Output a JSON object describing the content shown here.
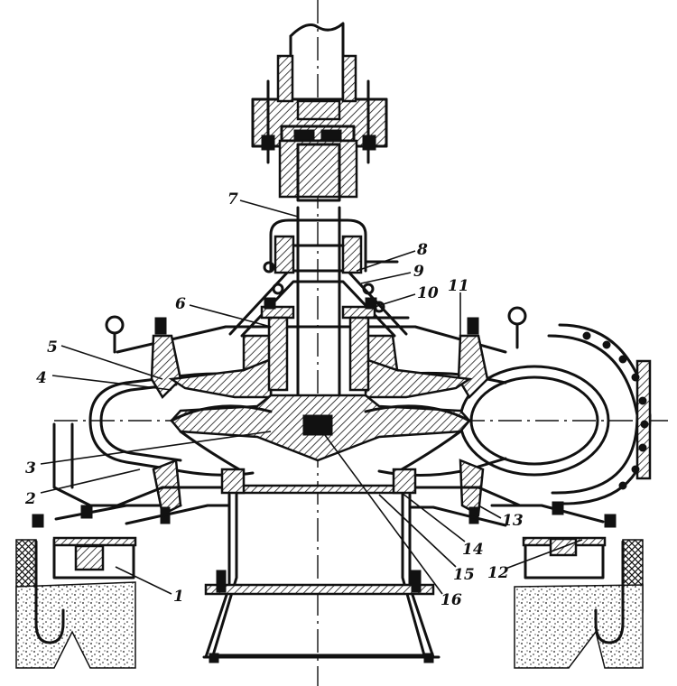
{
  "labels": [
    {
      "id": "1",
      "text": "1"
    },
    {
      "id": "2",
      "text": "2"
    },
    {
      "id": "3",
      "text": "3"
    },
    {
      "id": "4",
      "text": "4"
    },
    {
      "id": "5",
      "text": "5"
    },
    {
      "id": "6",
      "text": "6"
    },
    {
      "id": "7",
      "text": "7"
    },
    {
      "id": "8",
      "text": "8"
    },
    {
      "id": "9",
      "text": "9"
    },
    {
      "id": "10",
      "text": "10"
    },
    {
      "id": "11",
      "text": "11"
    },
    {
      "id": "12",
      "text": "12"
    },
    {
      "id": "13",
      "text": "13"
    },
    {
      "id": "14",
      "text": "14"
    },
    {
      "id": "15",
      "text": "15"
    },
    {
      "id": "16",
      "text": "16"
    }
  ],
  "colors": {
    "ink": "#111111",
    "paper": "#ffffff"
  }
}
